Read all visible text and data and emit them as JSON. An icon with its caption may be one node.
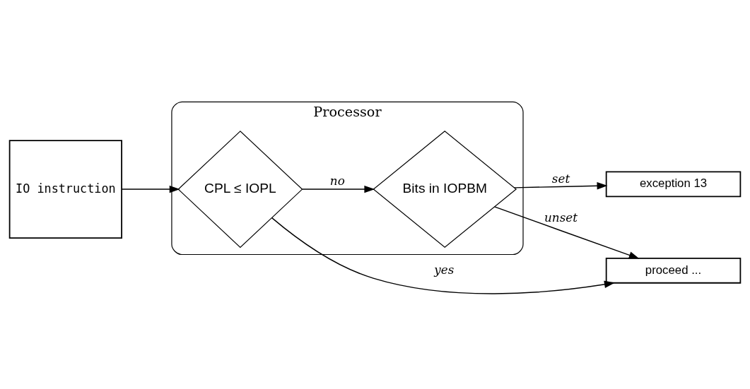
{
  "diagram": {
    "nodes": [
      {
        "text": [
          "IO instruction"
        ]
      },
      {
        "text": [
          "Processor"
        ]
      },
      {
        "text": [
          "CPL ≤ IOPL"
        ],
        "in": 1
      },
      {
        "text": [
          "Bits in IOPBM"
        ],
        "in": 1
      },
      {
        "text": [
          "proceed ..."
        ]
      },
      {
        "text": [
          "exception 13"
        ]
      }
    ],
    "edges": [
      {
        "from": 0,
        "to": 2,
        "arrow": "to"
      },
      {
        "from": 2,
        "to": 4,
        "arrow": "to",
        "label": "yes"
      },
      {
        "from": 2,
        "to": 3,
        "arrow": "to",
        "label": "no"
      },
      {
        "from": 3,
        "to": 4,
        "arrow": "to",
        "label": "unset"
      },
      {
        "from": 3,
        "to": 5,
        "arrow": "to",
        "label": "set"
      }
    ]
  }
}
